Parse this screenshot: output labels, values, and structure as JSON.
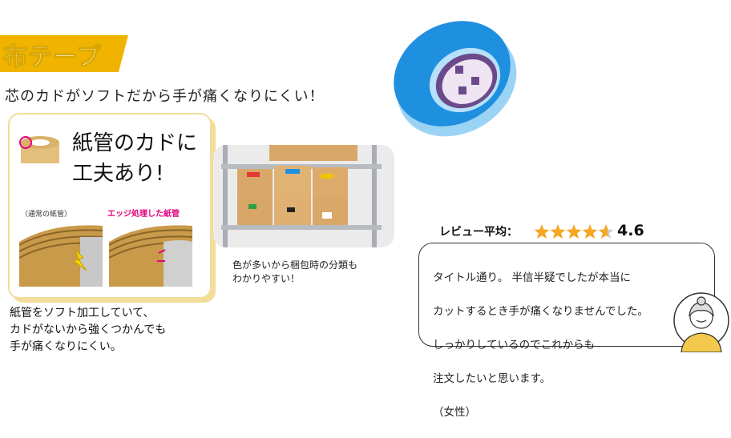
{
  "title": "布テープ",
  "subtitle": "芯のカドがソフトだから手が痛くなりにくい！",
  "feature": {
    "heading_line1": "紙管のカドに",
    "heading_line2": "工夫あり!",
    "label_normal": "（通常の紙管）",
    "label_edge": "エッジ処理した紙管",
    "caption_lines": [
      "紙管をソフト加工していて、",
      "カドがないから強くつかんでも",
      "手が痛くなりにくい。"
    ]
  },
  "photo_caption_lines": [
    "色が多いから梱包時の分類も",
    "わかりやすい！"
  ],
  "rating": {
    "label": "レビュー平均：",
    "value": "4.6",
    "stars_fraction": 0.92,
    "star_color": "#f5a623"
  },
  "review": {
    "lines": [
      "タイトル通り。 半信半疑でしたが本当に",
      "カットするとき手が痛くなりませんでした。",
      "しっかりしているのでこれからも",
      "注文したいと思います。",
      "（女性）"
    ]
  },
  "colors": {
    "accent_yellow": "#f0b400",
    "tape_blue": "#1f8fe0",
    "magenta": "#e4007f"
  }
}
